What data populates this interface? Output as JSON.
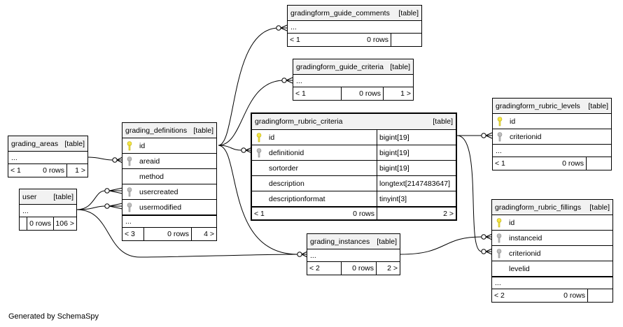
{
  "credit": "Generated by SchemaSpy",
  "table_kind": "[table]",
  "ellipsis": "...",
  "tables": {
    "guide_comments": {
      "name": "gradingform_guide_comments",
      "footer": [
        "< 1",
        "0 rows",
        ""
      ]
    },
    "guide_criteria": {
      "name": "gradingform_guide_criteria",
      "footer": [
        "< 1",
        "0 rows",
        "1 >"
      ]
    },
    "rubric_criteria": {
      "name": "gradingform_rubric_criteria",
      "columns": [
        {
          "name": "id",
          "type": "bigint[19]",
          "key": "primary"
        },
        {
          "name": "definitionid",
          "type": "bigint[19]",
          "key": "foreign"
        },
        {
          "name": "sortorder",
          "type": "bigint[19]",
          "key": "none"
        },
        {
          "name": "description",
          "type": "longtext[2147483647]",
          "key": "none"
        },
        {
          "name": "descriptionformat",
          "type": "tinyint[3]",
          "key": "none"
        }
      ],
      "footer": [
        "< 1",
        "0 rows",
        "2 >"
      ]
    },
    "rubric_levels": {
      "name": "gradingform_rubric_levels",
      "columns": [
        {
          "name": "id",
          "key": "primary"
        },
        {
          "name": "criterionid",
          "key": "foreign"
        }
      ],
      "footer": [
        "< 1",
        "0 rows",
        ""
      ]
    },
    "rubric_fillings": {
      "name": "gradingform_rubric_fillings",
      "columns": [
        {
          "name": "id",
          "key": "primary"
        },
        {
          "name": "instanceid",
          "key": "foreign"
        },
        {
          "name": "criterionid",
          "key": "foreign"
        },
        {
          "name": "levelid",
          "key": "none"
        }
      ],
      "footer": [
        "< 2",
        "0 rows",
        ""
      ]
    },
    "grading_areas": {
      "name": "grading_areas",
      "footer": [
        "< 1",
        "0 rows",
        "1 >"
      ]
    },
    "grading_definitions": {
      "name": "grading_definitions",
      "columns": [
        {
          "name": "id",
          "key": "primary"
        },
        {
          "name": "areaid",
          "key": "foreign"
        },
        {
          "name": "method",
          "key": "none"
        },
        {
          "name": "usercreated",
          "key": "foreign"
        },
        {
          "name": "usermodified",
          "key": "foreign"
        }
      ],
      "footer": [
        "< 3",
        "0 rows",
        "4 >"
      ]
    },
    "user": {
      "name": "user",
      "footer": [
        "",
        "0 rows",
        "106 >"
      ]
    },
    "grading_instances": {
      "name": "grading_instances",
      "footer": [
        "< 2",
        "0 rows",
        "2 >"
      ]
    }
  },
  "colors": {
    "primary_key": "#f5e642",
    "foreign_key": "#bdbdbd",
    "header_bg": "#f2f2f2",
    "line": "#000000"
  }
}
